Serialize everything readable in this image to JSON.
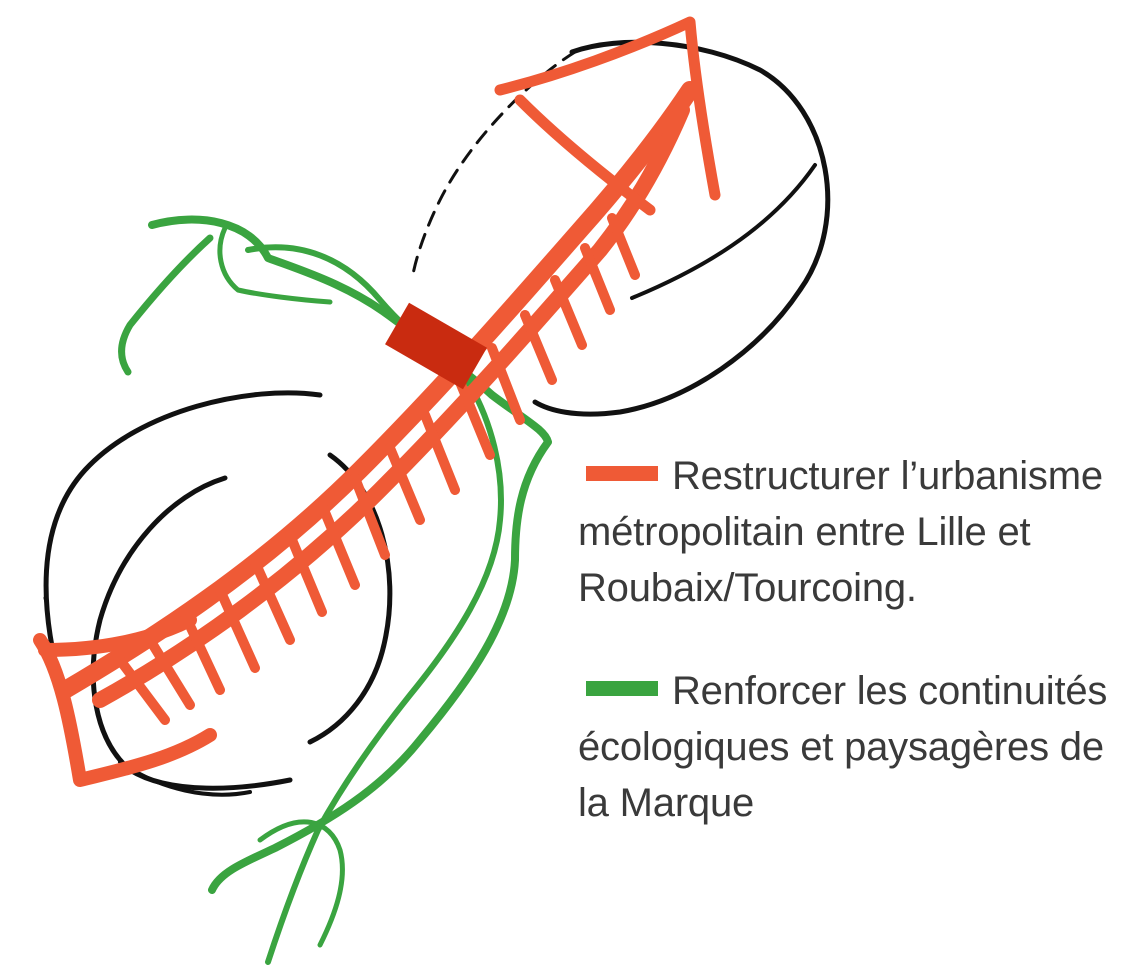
{
  "colors": {
    "urban": "#ef5a36",
    "ecology": "#3aa440",
    "node": "#c92b10",
    "context": "#111111",
    "text": "#3a3a3a"
  },
  "legend": {
    "urban": {
      "line1": "Restructurer l’urbanisme",
      "line2": "métropolitain entre Lille et",
      "line3": "Roubaix/Tourcoing."
    },
    "ecology": {
      "line1": "Renforcer les continuités",
      "line2": "écologiques et paysagères de",
      "line3": "la Marque"
    }
  }
}
